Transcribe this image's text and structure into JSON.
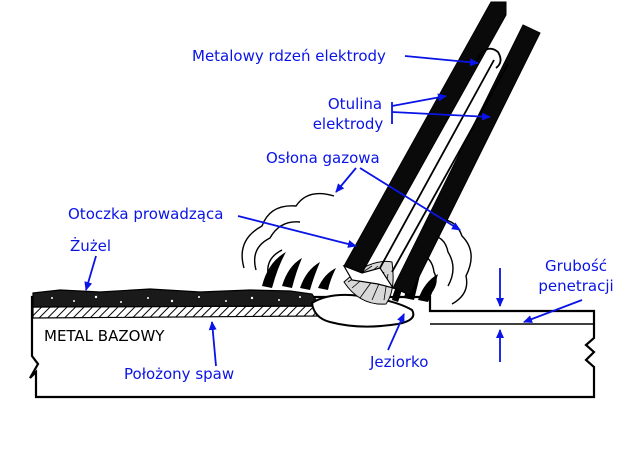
{
  "labels": {
    "core": "Metalowy rdzeń elektrody",
    "coating_1": "Otulina",
    "coating_2": "elektrody",
    "shield": "Osłona gazowa",
    "guide": "Otoczka prowadząca",
    "slag": "Żużel",
    "base_metal": "METAL BAZOWY",
    "weld": "Położony spaw",
    "pool": "Jeziorko",
    "penetration_1": "Grubość",
    "penetration_2": "penetracji"
  },
  "colors": {
    "label": "#0a14e6",
    "line": "#000000",
    "background": "#ffffff"
  }
}
